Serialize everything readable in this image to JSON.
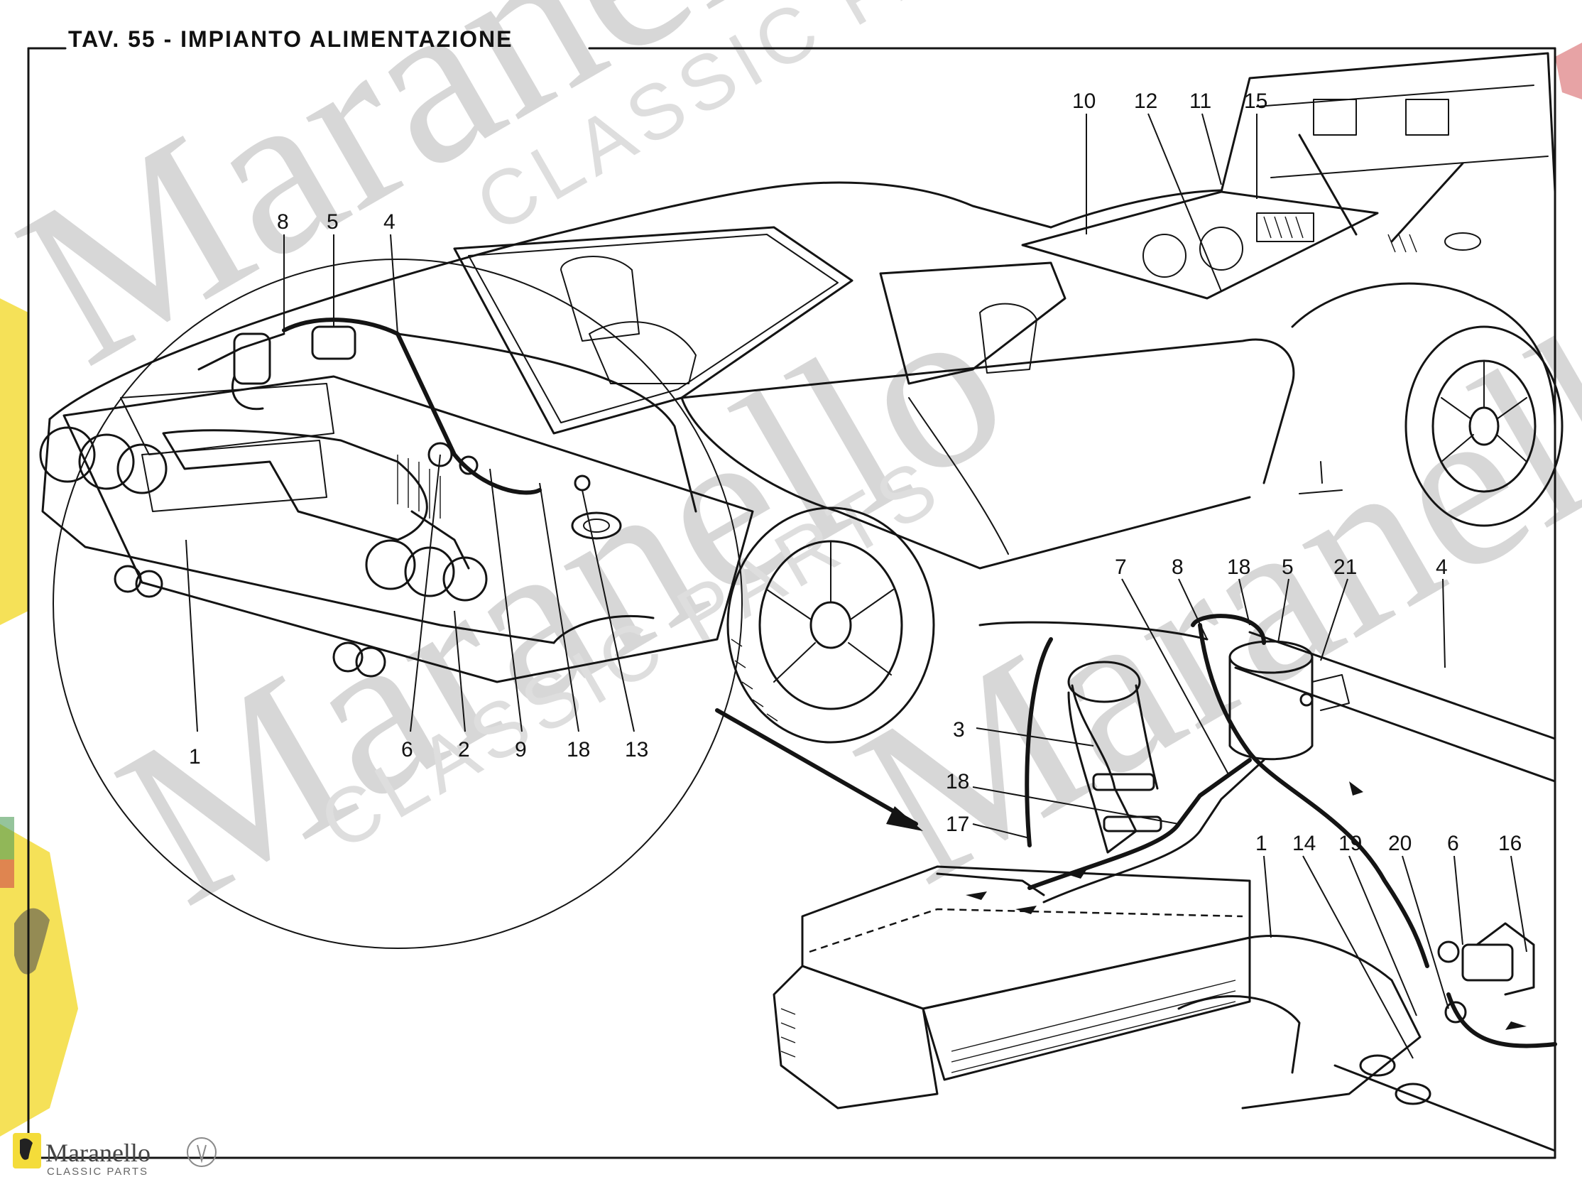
{
  "diagram": {
    "title": "TAV. 55 - IMPIANTO ALIMENTAZIONE",
    "callouts": {
      "c1": "1",
      "c6": "6",
      "c2": "2",
      "c9": "9",
      "c18": "18",
      "c13": "13",
      "c8": "8",
      "c5": "5",
      "c4": "4",
      "c10": "10",
      "c12": "12",
      "c11": "11",
      "c15": "15",
      "d7": "7",
      "d8": "8",
      "d18": "18",
      "d5": "5",
      "d21": "21",
      "d4": "4",
      "d3": "3",
      "d18b": "18",
      "d17": "17",
      "d1": "1",
      "d14": "14",
      "d19": "19",
      "d20": "20",
      "d6": "6",
      "d16": "16"
    }
  },
  "watermark": {
    "word": "Maranello",
    "subtitle": "CLASSIC PARTS"
  },
  "logo": {
    "name": "Maranello",
    "subtitle": "CLASSIC PARTS"
  },
  "colors": {
    "ink": "#141414",
    "watermark": "#b8b8b8",
    "badge_yellow": "#f4dc3a",
    "badge_red": "#c8262c"
  }
}
